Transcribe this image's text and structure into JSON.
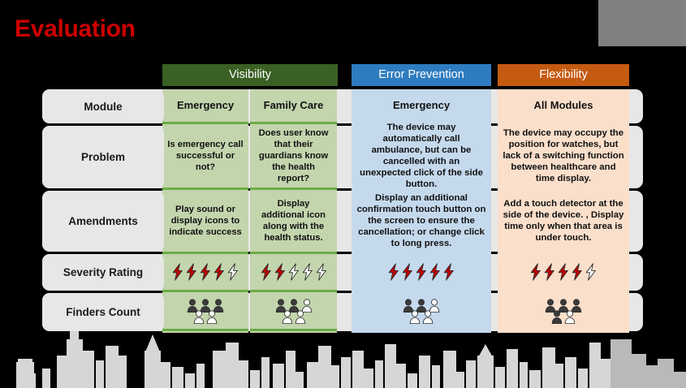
{
  "slide": {
    "title": "Evaluation",
    "title_color": "#CC0000",
    "background_color": "#000000"
  },
  "decor": {
    "top_right_block": "gray-rectangle",
    "skyline": "city-skyline-silhouette",
    "skyline_color": "#D6D6D6"
  },
  "table": {
    "row_labels": [
      "Module",
      "Problem",
      "Amendments",
      "Severity Rating",
      "Finders Count"
    ],
    "categories": [
      {
        "label": "Visibility",
        "color": "#3A6024",
        "span": 2
      },
      {
        "label": "Error Prevention",
        "color": "#2E7CBF",
        "span": 1
      },
      {
        "label": "Flexibility",
        "color": "#C55A11",
        "span": 1
      }
    ],
    "columns": [
      {
        "category": "Visibility",
        "body_color": "#C3D5AD",
        "divider_color": "#6CAD46",
        "module": "Emergency",
        "problem": "Is emergency call successful or not?",
        "amendments": "Play sound or display icons to indicate success",
        "severity": {
          "filled": 4,
          "empty": 1
        },
        "finders": {
          "top_filled": 3,
          "top_empty": 0,
          "bottom_filled": 0,
          "bottom_empty": 2
        }
      },
      {
        "category": "Visibility",
        "body_color": "#C3D5AD",
        "divider_color": "#6CAD46",
        "module": "Family Care",
        "problem": "Does user know that their guardians know the health report?",
        "amendments": "Display additional icon along with the health status.",
        "severity": {
          "filled": 2,
          "empty": 3
        },
        "finders": {
          "top_filled": 2,
          "top_empty": 1,
          "bottom_filled": 0,
          "bottom_empty": 2
        }
      },
      {
        "category": "Error Prevention",
        "body_color": "#C5D9ED",
        "divider_color": "#C5D9ED",
        "module": "Emergency",
        "problem": "The device may automatically call ambulance, but can be cancelled with an unexpected click of the side button.",
        "amendments": "Display an additional confirmation touch button on the screen to ensure the cancellation; or change click to long press.",
        "severity": {
          "filled": 5,
          "empty": 0
        },
        "finders": {
          "top_filled": 2,
          "top_empty": 1,
          "bottom_filled": 0,
          "bottom_empty": 2
        }
      },
      {
        "category": "Flexibility",
        "body_color": "#FADFCB",
        "divider_color": "#FADFCB",
        "module": "All Modules",
        "problem": "The device may occupy the position for watches, but lack of a switching function between healthcare and time display.",
        "amendments": "Add a touch detector at the side of the device. , Display time only when that area is under touch.",
        "severity": {
          "filled": 4,
          "empty": 1
        },
        "finders": {
          "top_filled": 3,
          "top_empty": 0,
          "bottom_filled": 1,
          "bottom_empty": 1
        }
      }
    ],
    "icons": {
      "severity_icon": "lightning-bolt-icon",
      "severity_filled_color": "#C00000",
      "severity_empty_color": "#FFFFFF",
      "finders_icon": "person-icon",
      "finders_filled_color": "#3A3A3A",
      "finders_empty_color": "#FFFFFF"
    }
  }
}
